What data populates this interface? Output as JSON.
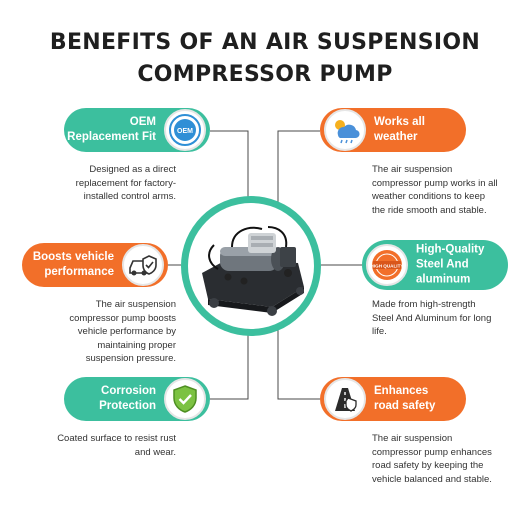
{
  "title": {
    "line1": "BENEFITS OF AN AIR SUSPENSION",
    "line2": "COMPRESSOR PUMP"
  },
  "benefits": [
    {
      "label_lines": [
        "OEM",
        "Replacement Fit"
      ],
      "icon_text": "OEM",
      "icon": "oem-badge-icon",
      "description_lines": [
        "Designed as a direct",
        "replacement for factory-",
        "installed control arms."
      ]
    },
    {
      "label_lines": [
        "Works all",
        "weather"
      ],
      "icon": "weather-icon",
      "description_lines": [
        "The air suspension",
        "compressor pump works in all",
        "weather conditions to keep",
        "the ride smooth and stable."
      ]
    },
    {
      "label_lines": [
        "Boosts vehicle",
        "performance"
      ],
      "icon": "car-shield-icon",
      "description_lines": [
        "The air suspension",
        "compressor pump boosts",
        "vehicle performance by",
        "maintaining proper",
        "suspension pressure."
      ]
    },
    {
      "label_lines": [
        "High-Quality",
        "Steel And",
        "aluminum"
      ],
      "icon_text": "HIGH QUALITY",
      "icon": "quality-seal-icon",
      "description_lines": [
        "Made from high-strength",
        "Steel And Aluminum for long",
        "life."
      ]
    },
    {
      "label_lines": [
        "Corrosion",
        "Protection"
      ],
      "icon": "shield-check-icon",
      "description_lines": [
        "Coated surface to resist rust",
        "and wear."
      ]
    },
    {
      "label_lines": [
        "Enhances",
        "road safety"
      ],
      "icon": "road-safety-icon",
      "description_lines": [
        "The air suspension",
        "compressor pump enhances",
        "road safety by keeping the",
        "vehicle balanced and stable."
      ]
    }
  ],
  "colors": {
    "teal": "#3cbf9e",
    "orange": "#f26f29",
    "title": "#1f1f1f",
    "text": "#333333",
    "connector": "#4a4a4a"
  },
  "center_image": "air-suspension-compressor-pump"
}
